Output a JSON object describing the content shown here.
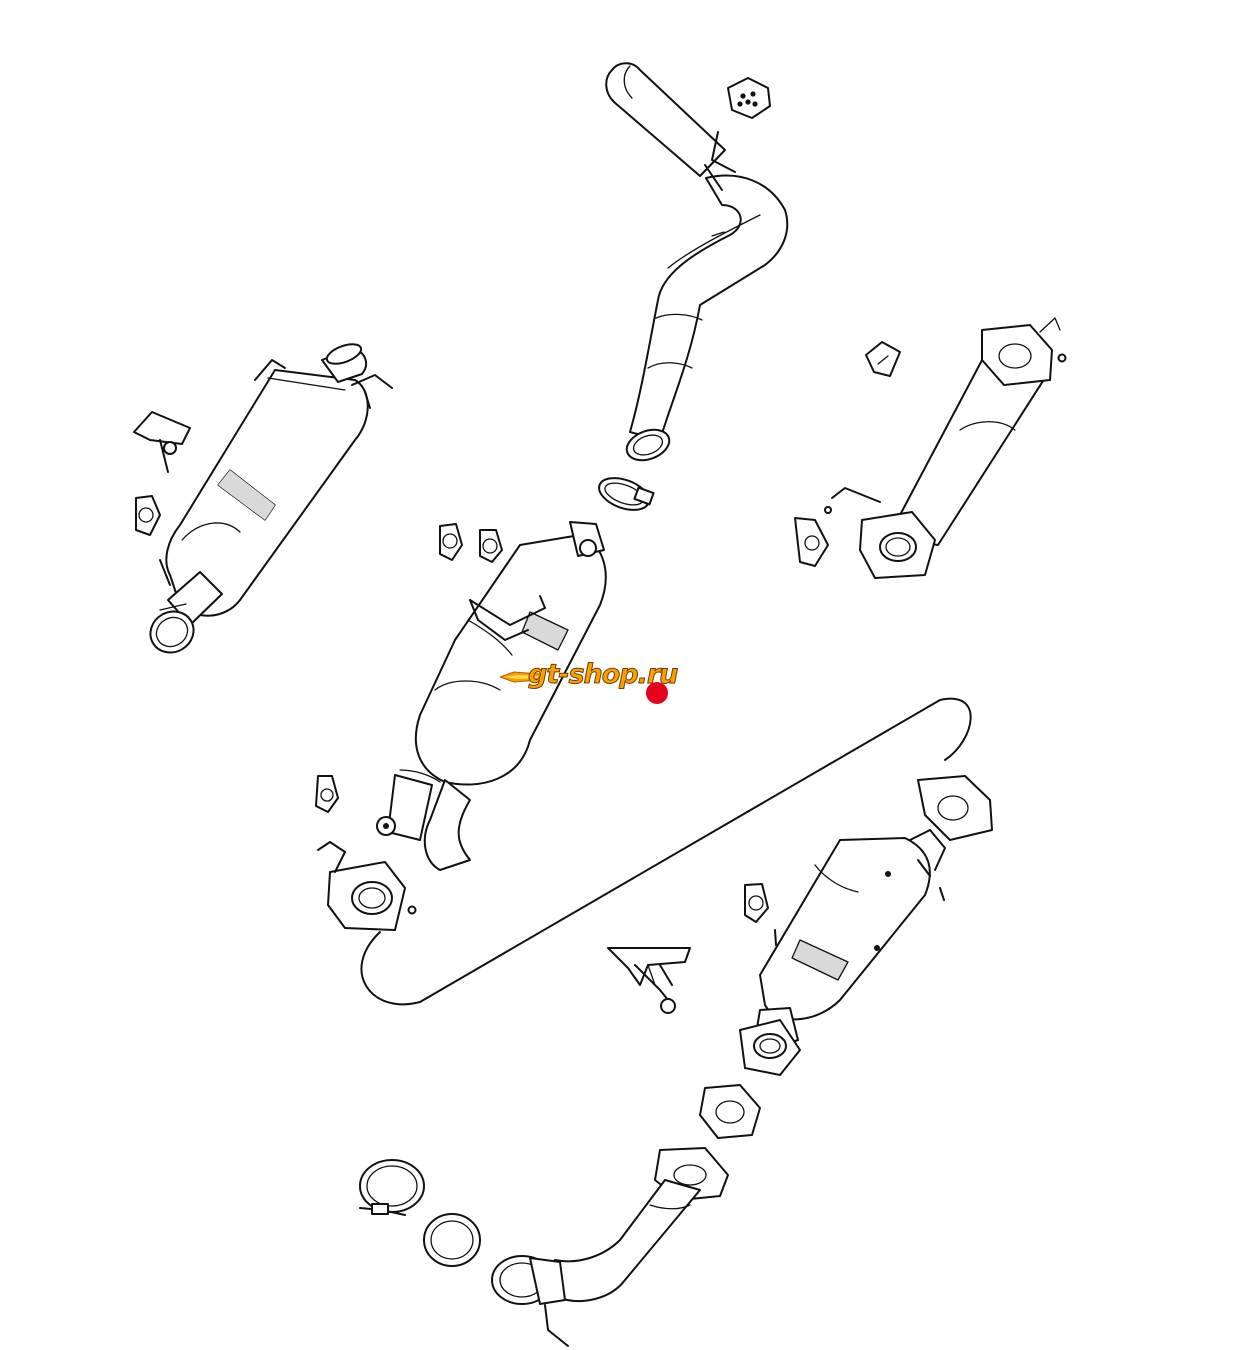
{
  "watermark": {
    "text": "gt-shop.ru",
    "text_color": "#f5a200",
    "dot_color": "#e5001b"
  },
  "parts": [
    "tailpipe",
    "exhaust-hanger-isolator",
    "rear-muffler",
    "clamp",
    "diesel-particulate-filter",
    "front-pipe",
    "diesel-oxidation-catalyst",
    "flange-gasket",
    "bracket",
    "v-band-clamp"
  ]
}
